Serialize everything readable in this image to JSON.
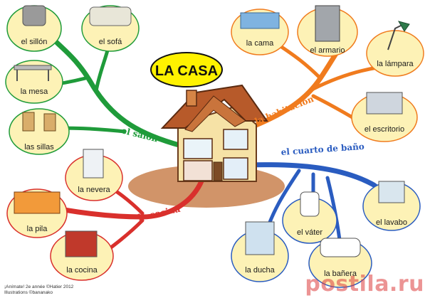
{
  "title": "LA CASA",
  "branches": {
    "salon": "el salón",
    "habitacion": "la habitación",
    "cuarto_bano": "el cuarto de baño",
    "cocina": "la cocina"
  },
  "nodes": {
    "sillon": "el sillón",
    "sofa": "el sofá",
    "mesa": "la mesa",
    "sillas": "las sillas",
    "cama": "la cama",
    "armario": "el armario",
    "lampara": "la lámpara",
    "escritorio": "el escritorio",
    "nevera": "la nevera",
    "pila": "la pila",
    "cocina": "la cocina",
    "vater": "el váter",
    "lavabo": "el lavabo",
    "ducha": "la ducha",
    "banera": "la bañera"
  },
  "footer": {
    "line1": "¡Anímate! 2e année ©Hatier 2012",
    "line2": "Illustrations ©bananako"
  },
  "watermark": "postila.ru",
  "colors": {
    "salon": "#1f9b3a",
    "habitacion": "#f07b1e",
    "cuarto_bano": "#2a5cc0",
    "cocina": "#d9302c",
    "bubble": "#fdf2b6",
    "title_bubble": "#fff200"
  }
}
